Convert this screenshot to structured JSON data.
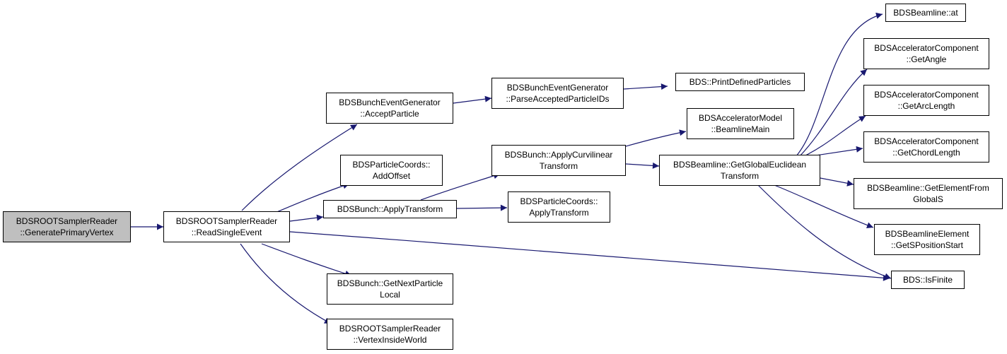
{
  "colors": {
    "edge": "#191970",
    "root_fill": "#bfbfbf",
    "node_fill": "#ffffff",
    "border": "#000000"
  },
  "nodes": {
    "root": {
      "line1": "BDSROOTSamplerReader",
      "line2": "::GeneratePrimaryVertex"
    },
    "read_single_event": {
      "line1": "BDSROOTSamplerReader",
      "line2": "::ReadSingleEvent"
    },
    "accept_particle": {
      "line1": "BDSBunchEventGenerator",
      "line2": "::AcceptParticle"
    },
    "parse_ids": {
      "line1": "BDSBunchEventGenerator",
      "line2": "::ParseAcceptedParticleIDs"
    },
    "print_defined": {
      "line1": "BDS::PrintDefinedParticles"
    },
    "add_offset": {
      "line1": "BDSParticleCoords::",
      "line2": "AddOffset"
    },
    "apply_transform": {
      "line1": "BDSBunch::ApplyTransform"
    },
    "apply_curvilinear": {
      "line1": "BDSBunch::ApplyCurvilinear",
      "line2": "Transform"
    },
    "coords_apply_transform": {
      "line1": "BDSParticleCoords::",
      "line2": "ApplyTransform"
    },
    "beamline_main": {
      "line1": "BDSAcceleratorModel",
      "line2": "::BeamlineMain"
    },
    "global_euclidean": {
      "line1": "BDSBeamline::GetGlobalEuclidean",
      "line2": "Transform"
    },
    "beamline_at": {
      "line1": "BDSBeamline::at"
    },
    "get_angle": {
      "line1": "BDSAcceleratorComponent",
      "line2": "::GetAngle"
    },
    "get_arc_length": {
      "line1": "BDSAcceleratorComponent",
      "line2": "::GetArcLength"
    },
    "get_chord_length": {
      "line1": "BDSAcceleratorComponent",
      "line2": "::GetChordLength"
    },
    "get_element_from_s": {
      "line1": "BDSBeamline::GetElementFrom",
      "line2": "GlobalS"
    },
    "get_s_position_start": {
      "line1": "BDSBeamlineElement",
      "line2": "::GetSPositionStart"
    },
    "is_finite": {
      "line1": "BDS::IsFinite"
    },
    "next_particle": {
      "line1": "BDSBunch::GetNextParticle",
      "line2": "Local"
    },
    "vertex_inside": {
      "line1": "BDSROOTSamplerReader",
      "line2": "::VertexInsideWorld"
    }
  }
}
